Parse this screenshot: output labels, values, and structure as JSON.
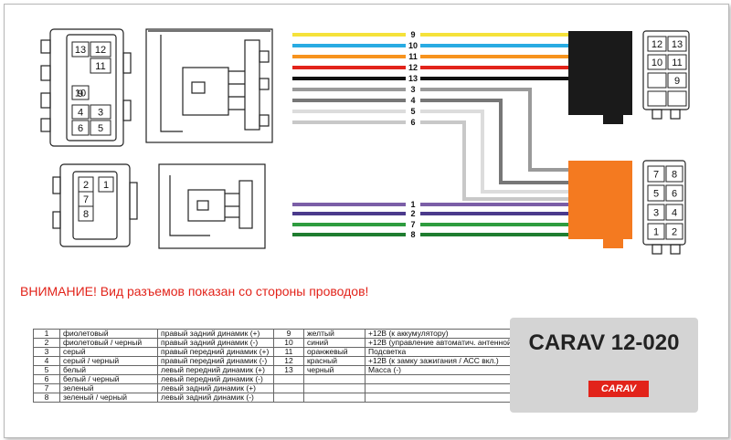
{
  "warning_text": "ВНИМАНИЕ! Вид разъемов показан со стороны проводов!",
  "connectors": {
    "top_left_pins": [
      "13",
      "12",
      "11",
      "10",
      "9",
      "4",
      "3",
      "6",
      "5"
    ],
    "bottom_left_pins": [
      "2",
      "1",
      "7",
      "8"
    ],
    "top_right_pins": [
      "12",
      "13",
      "10",
      "11",
      "9"
    ],
    "bottom_right_pins": [
      "7",
      "8",
      "5",
      "6",
      "3",
      "4",
      "1",
      "2"
    ]
  },
  "wires": [
    {
      "label": "9",
      "color": "#f5e23a"
    },
    {
      "label": "10",
      "color": "#29abe2"
    },
    {
      "label": "11",
      "color": "#f7931e"
    },
    {
      "label": "12",
      "color": "#e2231a"
    },
    {
      "label": "13",
      "color": "#111111"
    },
    {
      "label": "3",
      "color": "#9a9a9a"
    },
    {
      "label": "4",
      "color": "#777777"
    },
    {
      "label": "5",
      "color": "#dcdcdc"
    },
    {
      "label": "6",
      "color": "#c8c8c8"
    },
    {
      "label": "1",
      "color": "#7b5ea7"
    },
    {
      "label": "2",
      "color": "#4b3a8c"
    },
    {
      "label": "7",
      "color": "#2e9c3f"
    },
    {
      "label": "8",
      "color": "#1f7d30"
    }
  ],
  "legend_rows": [
    {
      "n1": "1",
      "c1": "фиолетовый",
      "f1": "правый задний динамик (+)",
      "n2": "9",
      "c2": "желтый",
      "f2": "+12В (к аккумулятору)"
    },
    {
      "n1": "2",
      "c1": "фиолетовый / черный",
      "f1": "правый задний динамик (-)",
      "n2": "10",
      "c2": "синий",
      "f2": "+12В (управление автоматич. антенной)"
    },
    {
      "n1": "3",
      "c1": "серый",
      "f1": "правый передний динамик (+)",
      "n2": "11",
      "c2": "оранжевый",
      "f2": "Подсветка"
    },
    {
      "n1": "4",
      "c1": "серый / черный",
      "f1": "правый передний динамик (-)",
      "n2": "12",
      "c2": "красный",
      "f2": "+12В (к замку зажигания / АСС вкл.)"
    },
    {
      "n1": "5",
      "c1": "белый",
      "f1": "левый передний динамик (+)",
      "n2": "13",
      "c2": "черный",
      "f2": "Масса (-)"
    },
    {
      "n1": "6",
      "c1": "белый / черный",
      "f1": "левый передний динамик (-)",
      "n2": "",
      "c2": "",
      "f2": ""
    },
    {
      "n1": "7",
      "c1": "зеленый",
      "f1": "левый задний динамик (+)",
      "n2": "",
      "c2": "",
      "f2": ""
    },
    {
      "n1": "8",
      "c1": "зеленый / черный",
      "f1": "левый задний динамик (-)",
      "n2": "",
      "c2": "",
      "f2": ""
    }
  ],
  "brand": {
    "model": "CARAV 12-020",
    "logo_text": "CARAV",
    "logo_color": "#e2231a"
  }
}
